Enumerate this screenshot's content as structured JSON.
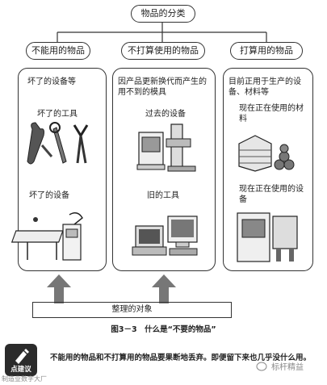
{
  "root_title": "物品的分类",
  "columns": [
    {
      "title": "不能用的物品",
      "items": [
        {
          "label": "坏了的设备等"
        },
        {
          "label": "坏了的工具"
        },
        {
          "label": "坏了的设备"
        }
      ]
    },
    {
      "title": "不打算使用的物品",
      "items": [
        {
          "label": "因产品更新换代而产生的用不到的模具"
        },
        {
          "label": "过去的设备"
        },
        {
          "label": "旧的工具"
        }
      ]
    },
    {
      "title": "打算用的物品",
      "items": [
        {
          "label": "目前正用于生产的设备、材料等"
        },
        {
          "label": "现在正在使用的材料"
        },
        {
          "label": "现在正在使用的设备"
        }
      ]
    }
  ],
  "target_label": "整理的对象",
  "caption": "图3－3　什么是“不要的物品”",
  "tip": {
    "badge_label": "点建议",
    "text": "不能用的物品和不打算用的物品要果断地丢弃。即便留下来也几乎没什么用。"
  },
  "watermarks": [
    "制造业数字大厂",
    "标杆精益"
  ]
}
